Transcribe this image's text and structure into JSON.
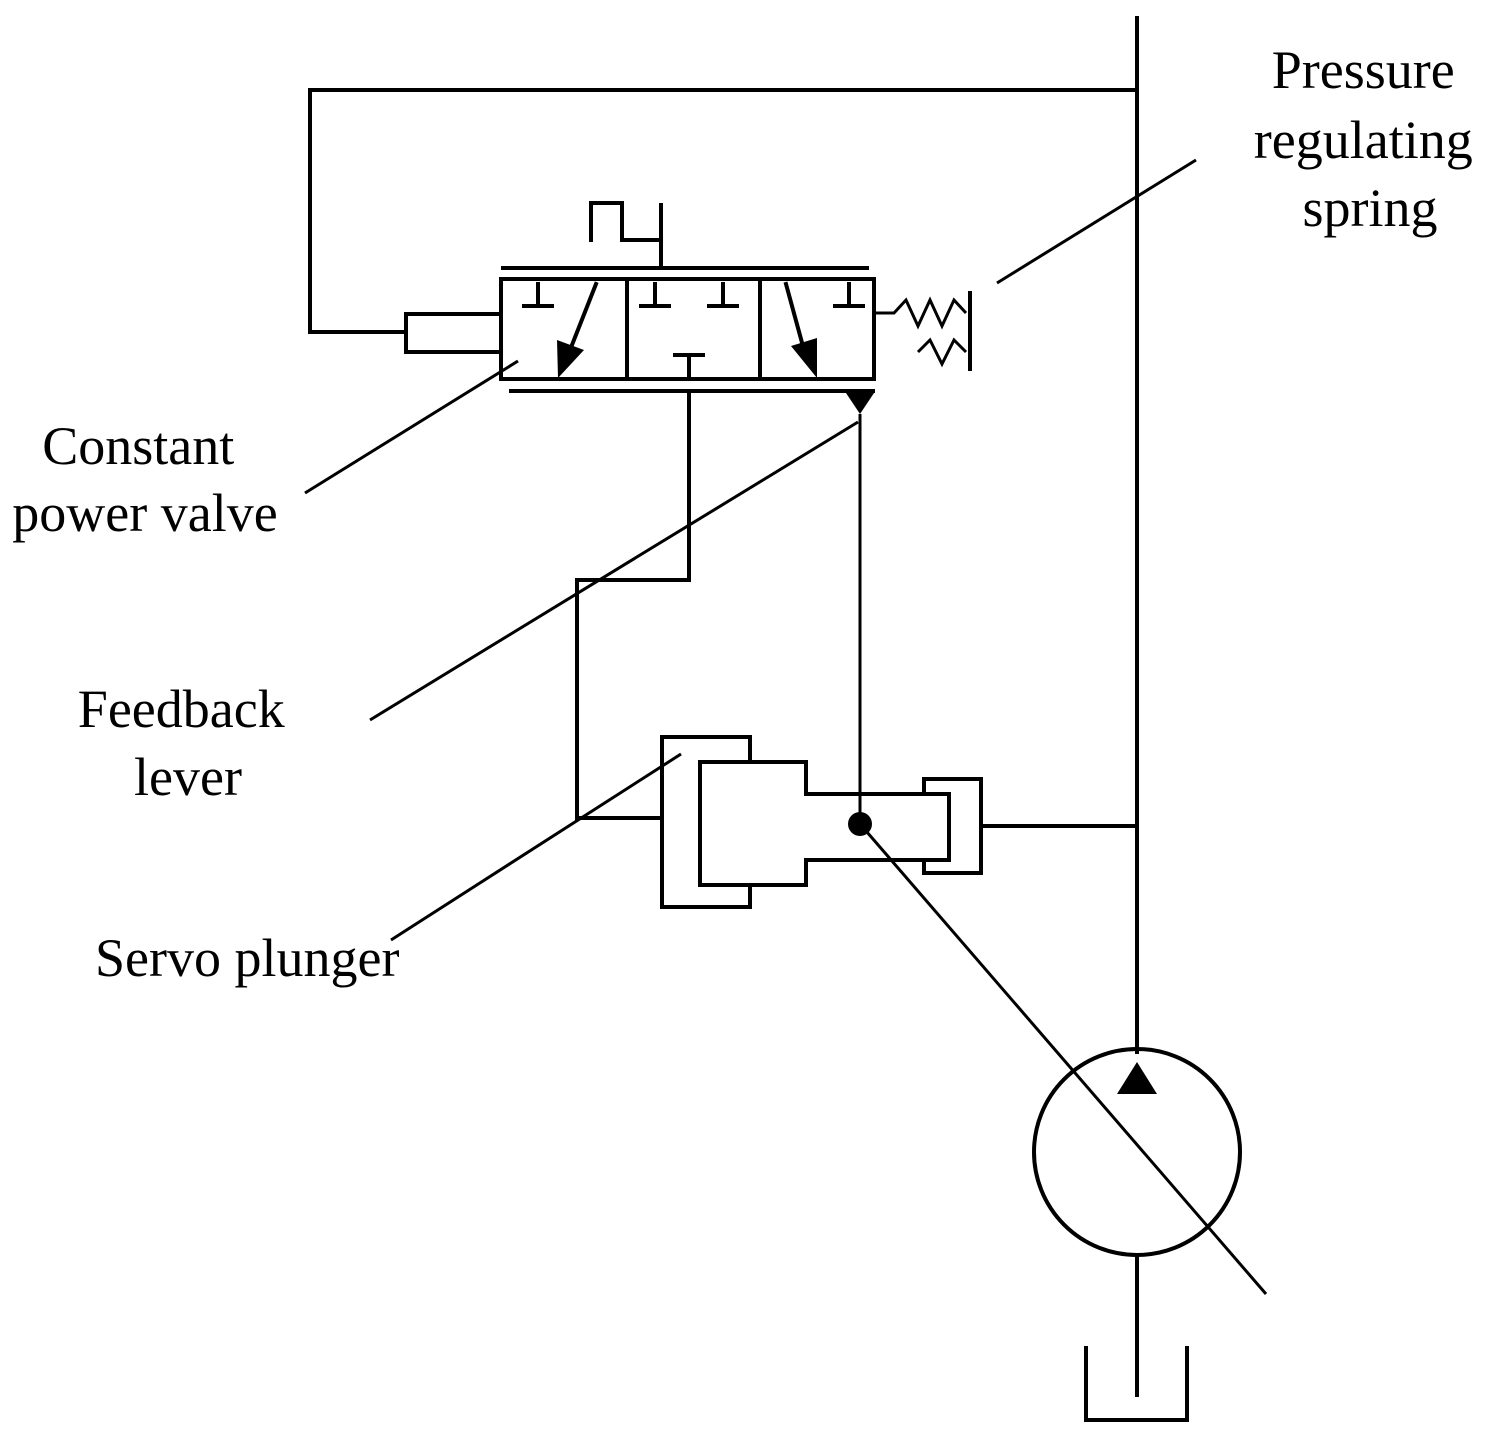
{
  "labels": {
    "pressure_spring": [
      "Pressure",
      "regulating",
      "spring"
    ],
    "constant_power_valve": [
      "Constant",
      "power valve"
    ],
    "feedback_lever": [
      "Feedback",
      "lever"
    ],
    "servo_plunger": "Servo plunger"
  }
}
